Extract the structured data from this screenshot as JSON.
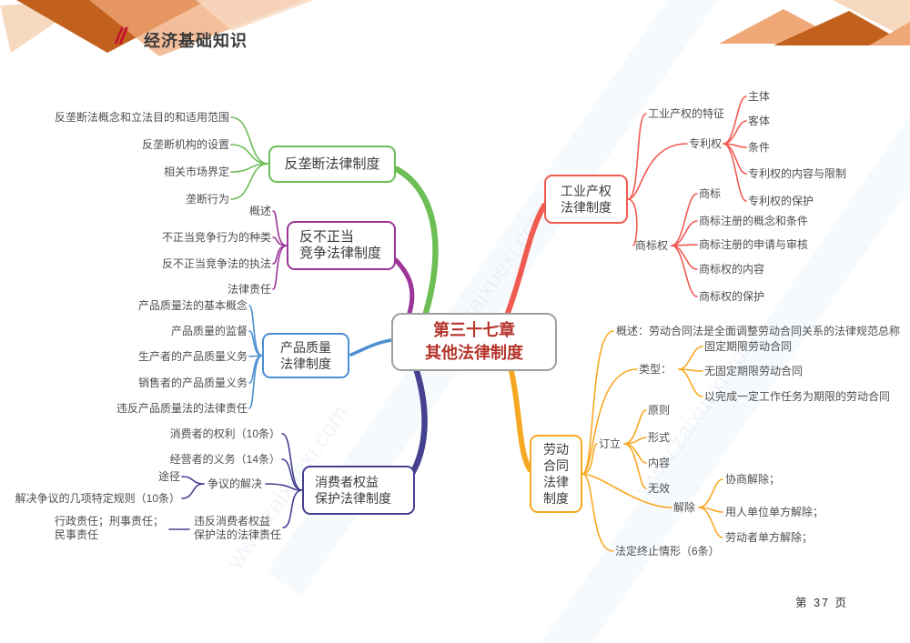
{
  "header": {
    "slash": "//",
    "title": "经济基础知识"
  },
  "footer": {
    "page_label": "第 37 页"
  },
  "watermark": {
    "text": "www.zaixuexi.com"
  },
  "colors": {
    "accent_red": "#c4122f",
    "center_text": "#b5352c",
    "branch_green": "#6cbe55",
    "branch_purple": "#9c3598",
    "branch_blue": "#4c8fd1",
    "branch_navy": "#45408f",
    "branch_red": "#f05b51",
    "branch_amber": "#f7a823",
    "decor_dark_orange": "#c2611e",
    "decor_light_orange": "#f0a878",
    "decor_pale_orange": "#f7d9c0"
  },
  "map": {
    "center": {
      "line1": "第三十七章",
      "line2": "其他法律制度"
    },
    "antimonopoly": {
      "title": "反垄断法律制度",
      "children": [
        "反垄断法概念和立法目的和适用范围",
        "反垄断机构的设置",
        "相关市场界定",
        "垄断行为"
      ]
    },
    "unfair": {
      "title1": "反不正当",
      "title2": "竞争法律制度",
      "children": [
        "概述",
        "不正当竞争行为的种类",
        "反不正当竞争法的执法",
        "法律责任"
      ]
    },
    "product": {
      "title1": "产品质量",
      "title2": "法律制度",
      "children": [
        "产品质量法的基本概念",
        "产品质量的监督",
        "生产者的产品质量义务",
        "销售者的产品质量义务",
        "违反产品质量法的法律责任"
      ]
    },
    "consumer": {
      "title1": "消费者权益",
      "title2": "保护法律制度",
      "rights": "消费者的权利（10条）",
      "obligations": "经营者的义务（14条）",
      "dispute": "争议的解决",
      "dispute_children": [
        "途径",
        "解决争议的几项特定规则（10条）"
      ],
      "violation1": "违反消费者权益",
      "violation2": "保护法的法律责任",
      "liability1": "行政责任；刑事责任；",
      "liability2": "民事责任"
    },
    "industrial": {
      "title1": "工业产权",
      "title2": "法律制度",
      "feature": "工业产权的特征",
      "patent": "专利权",
      "patent_children": [
        "主体",
        "客体",
        "条件",
        "专利权的内容与限制",
        "专利权的保护"
      ],
      "trademark": "商标权",
      "trademark_children": [
        "商标",
        "商标注册的概念和条件",
        "商标注册的申请与审核",
        "商标权的内容",
        "商标权的保护"
      ]
    },
    "labor": {
      "title1": "劳动",
      "title2": "合同",
      "title3": "法律",
      "title4": "制度",
      "overview": "概述：劳动合同法是全面调整劳动合同关系的法律规范总称",
      "type": "类型：",
      "type_children": [
        "固定期限劳动合同",
        "无固定期限劳动合同",
        "以完成一定工作任务为期限的劳动合同"
      ],
      "conclude": "订立",
      "conclude_children": [
        "原则",
        "形式",
        "内容",
        "无效"
      ],
      "terminate": "解除",
      "terminate_children": [
        "协商解除；",
        "用人单位单方解除；",
        "劳动者单方解除；"
      ],
      "statutory": "法定终止情形（6条）"
    }
  }
}
